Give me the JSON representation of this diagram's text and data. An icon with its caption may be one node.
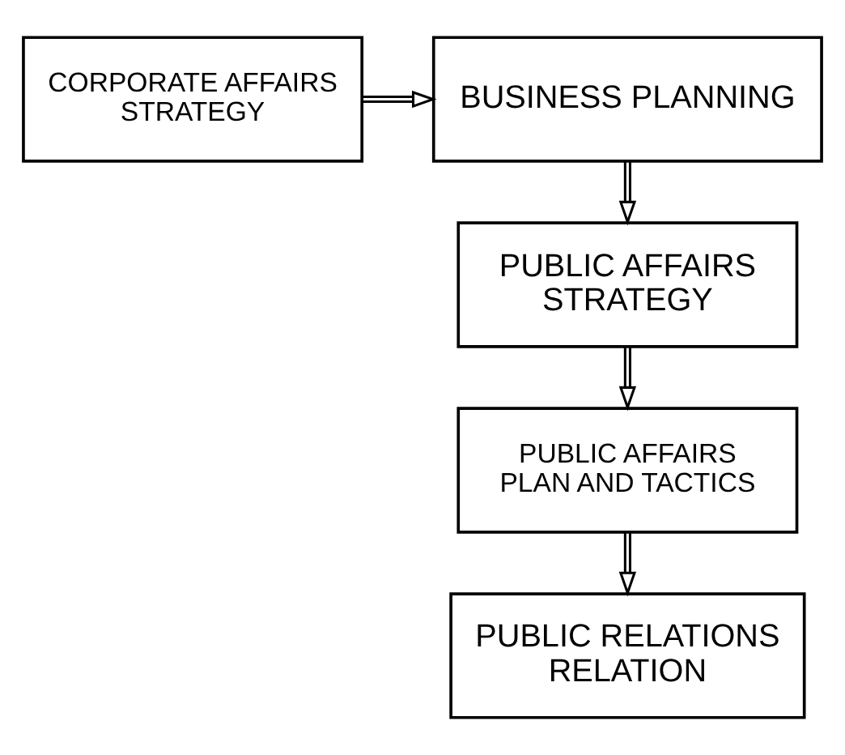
{
  "diagram": {
    "nodes": [
      {
        "text": [
          "CORPORATE AFFAIRS STRATEGY"
        ]
      },
      {
        "text": [
          "BUSINESS PLANNING"
        ]
      },
      {
        "text": [
          "PUBLIC AFFAIRS STRATEGY"
        ]
      },
      {
        "text": [
          "PUBLIC AFFAIRS PLAN AND TACTICS"
        ]
      },
      {
        "text": [
          "PUBLIC RELATIONS RELATION"
        ]
      }
    ],
    "edges": [
      {
        "from": 0,
        "to": 1,
        "arrow": "to"
      },
      {
        "from": 1,
        "to": 2,
        "arrow": "to"
      },
      {
        "from": 2,
        "to": 3,
        "arrow": "to"
      },
      {
        "from": 3,
        "to": 4,
        "arrow": "to"
      }
    ]
  }
}
